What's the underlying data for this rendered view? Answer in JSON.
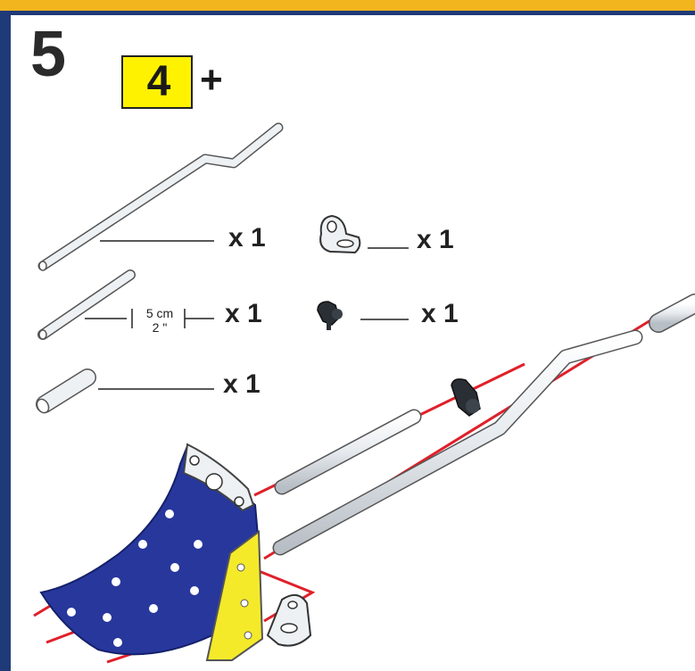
{
  "step": {
    "number": "5",
    "previous_step": "4",
    "plus": "+"
  },
  "parts": [
    {
      "id": "bent-rod",
      "quantity": "x 1"
    },
    {
      "id": "short-rod",
      "quantity": "x 1"
    },
    {
      "id": "tube-sleeve",
      "quantity": "x 1"
    },
    {
      "id": "angle-bracket",
      "quantity": "x 1"
    },
    {
      "id": "rod-clip",
      "quantity": "x 1"
    }
  ],
  "short_rod_length": {
    "metric": "5 cm",
    "imperial": "2 \""
  },
  "colors": {
    "frame": "#1f3a78",
    "top_band": "#f2b51d",
    "step_box": "#fff200",
    "plate_blue": "#27379c",
    "plate_yellow": "#f4ea2a",
    "guide_lines": "#e0202a",
    "metal": "#e8ecef"
  }
}
